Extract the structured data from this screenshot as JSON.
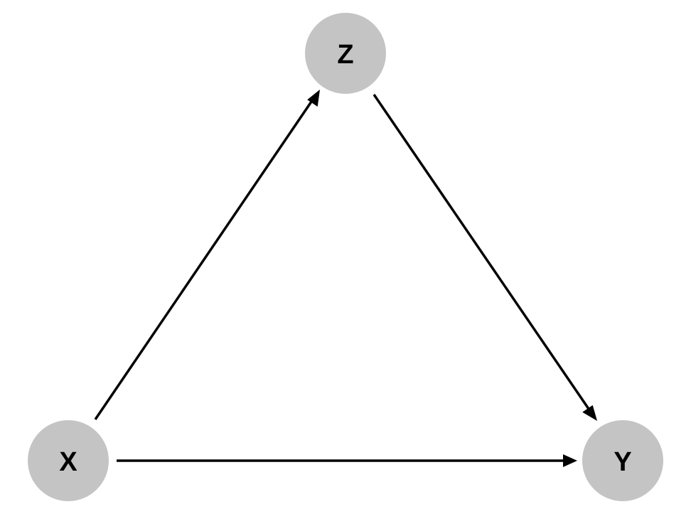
{
  "nodes": {
    "z": {
      "label": "Z"
    },
    "x": {
      "label": "X"
    },
    "y": {
      "label": "Y"
    }
  },
  "edges": [
    {
      "from": "X",
      "to": "Z"
    },
    {
      "from": "Z",
      "to": "Y"
    },
    {
      "from": "X",
      "to": "Y"
    }
  ],
  "colors": {
    "node_fill": "#c4c4c4",
    "edge": "#000000",
    "label": "#000000",
    "background": "#ffffff"
  }
}
